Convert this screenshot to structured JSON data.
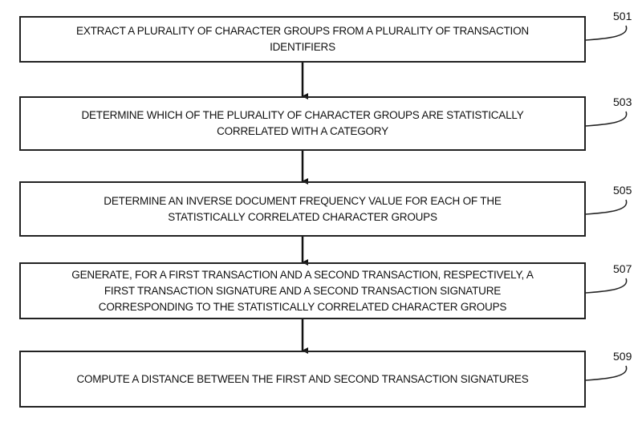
{
  "steps": [
    {
      "ref": "501",
      "text": "EXTRACT A PLURALITY OF CHARACTER GROUPS FROM A PLURALITY OF TRANSACTION\nIDENTIFIERS"
    },
    {
      "ref": "503",
      "text": "DETERMINE WHICH OF THE PLURALITY OF CHARACTER GROUPS ARE STATISTICALLY\nCORRELATED WITH A CATEGORY"
    },
    {
      "ref": "505",
      "text": "DETERMINE AN INVERSE DOCUMENT FREQUENCY VALUE FOR EACH OF THE\nSTATISTICALLY CORRELATED CHARACTER GROUPS"
    },
    {
      "ref": "507",
      "text": "GENERATE, FOR A FIRST TRANSACTION AND A SECOND TRANSACTION, RESPECTIVELY, A\nFIRST TRANSACTION SIGNATURE AND A SECOND TRANSACTION SIGNATURE\nCORRESPONDING TO THE STATISTICALLY CORRELATED CHARACTER GROUPS"
    },
    {
      "ref": "509",
      "text": "COMPUTE A DISTANCE BETWEEN THE FIRST AND SECOND TRANSACTION SIGNATURES"
    }
  ]
}
